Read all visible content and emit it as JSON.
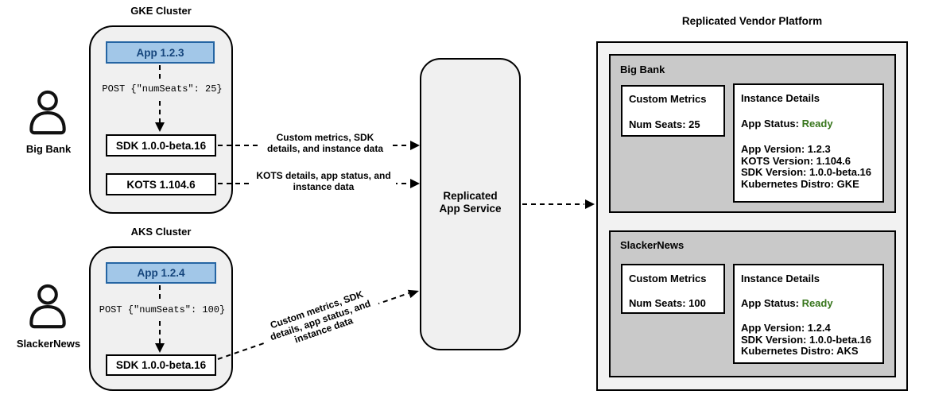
{
  "colors": {
    "app_fill": "#a2c7e8",
    "app_border": "#2565a3",
    "app_text": "#15457c",
    "status_ready": "#38761d",
    "cluster_fill": "#f0f0f0",
    "group_fill": "#c9c9c9",
    "platform_fill": "#f2f2f2"
  },
  "left": {
    "customers": [
      {
        "name": "Big Bank",
        "cluster_title": "GKE Cluster",
        "app_label": "App 1.2.3",
        "post_label": "POST {\"numSeats\": 25}",
        "sdk_label": "SDK 1.0.0-beta.16",
        "kots_label": "KOTS 1.104.6"
      },
      {
        "name": "SlackerNews",
        "cluster_title": "AKS Cluster",
        "app_label": "App 1.2.4",
        "post_label": "POST {\"numSeats\": 100}",
        "sdk_label": "SDK 1.0.0-beta.16"
      }
    ]
  },
  "arrows": {
    "bigbank_sdk_label": "Custom metrics, SDK\ndetails, and instance data",
    "bigbank_kots_label": "KOTS details, app status, and\ninstance data",
    "slackernews_sdk_label": "Custom metrics, SDK\ndetails, app status, and\ninstance data"
  },
  "service": {
    "label": "Replicated\nApp Service"
  },
  "platform": {
    "title": "Replicated Vendor Platform",
    "customers": [
      {
        "name": "Big Bank",
        "custom_metrics_title": "Custom Metrics",
        "custom_metrics_value": "Num Seats: 25",
        "instance_details_title": "Instance Details",
        "app_status_label": "App Status: ",
        "app_status_value": "Ready",
        "detail_lines": [
          "App Version: 1.2.3",
          "KOTS Version: 1.104.6",
          "SDK Version: 1.0.0-beta.16",
          "Kubernetes Distro: GKE"
        ]
      },
      {
        "name": "SlackerNews",
        "custom_metrics_title": "Custom Metrics",
        "custom_metrics_value": "Num Seats: 100",
        "instance_details_title": "Instance Details",
        "app_status_label": "App Status: ",
        "app_status_value": "Ready",
        "detail_lines": [
          "App Version: 1.2.4",
          "SDK Version: 1.0.0-beta.16",
          "Kubernetes Distro: AKS"
        ]
      }
    ]
  }
}
